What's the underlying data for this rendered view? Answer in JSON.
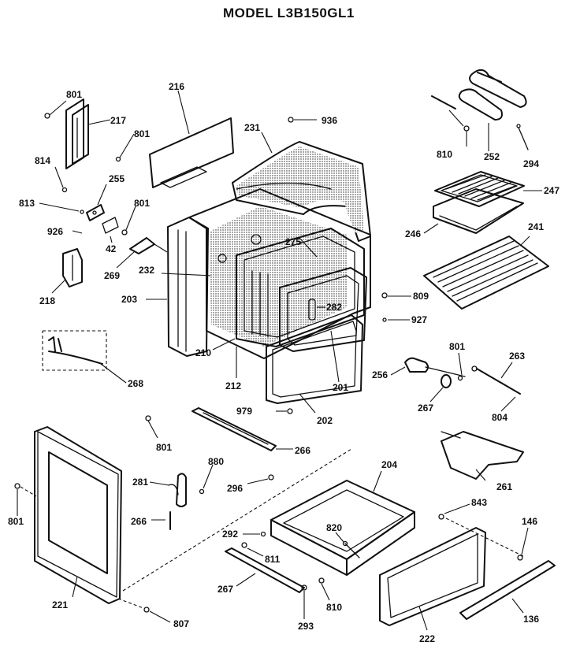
{
  "title": "MODEL L3B150GL1",
  "labels": {
    "p801a": "801",
    "p217": "217",
    "p216": "216",
    "p801b": "801",
    "p231": "231",
    "p936": "936",
    "p814": "814",
    "p255": "255",
    "p813": "813",
    "p801c": "801",
    "p926": "926",
    "p42": "42",
    "p269": "269",
    "p232": "232",
    "p218": "218",
    "p203": "203",
    "p275": "275",
    "p282": "282",
    "p210": "210",
    "p212": "212",
    "p201": "201",
    "p268": "268",
    "p810a": "810",
    "p252": "252",
    "p294": "294",
    "p247": "247",
    "p246": "246",
    "p241": "241",
    "p809": "809",
    "p927": "927",
    "p801d": "801",
    "p256": "256",
    "p263": "263",
    "p267a": "267",
    "p804": "804",
    "p979": "979",
    "p202": "202",
    "p801e": "801",
    "p266a": "266",
    "p880": "880",
    "p281": "281",
    "p296": "296",
    "p204": "204",
    "p261": "261",
    "p801f": "801",
    "p266b": "266",
    "p843": "843",
    "p292": "292",
    "p820": "820",
    "p146": "146",
    "p811": "811",
    "p221": "221",
    "p267b": "267",
    "p810b": "810",
    "p293": "293",
    "p222": "222",
    "p807": "807",
    "p136": "136"
  }
}
